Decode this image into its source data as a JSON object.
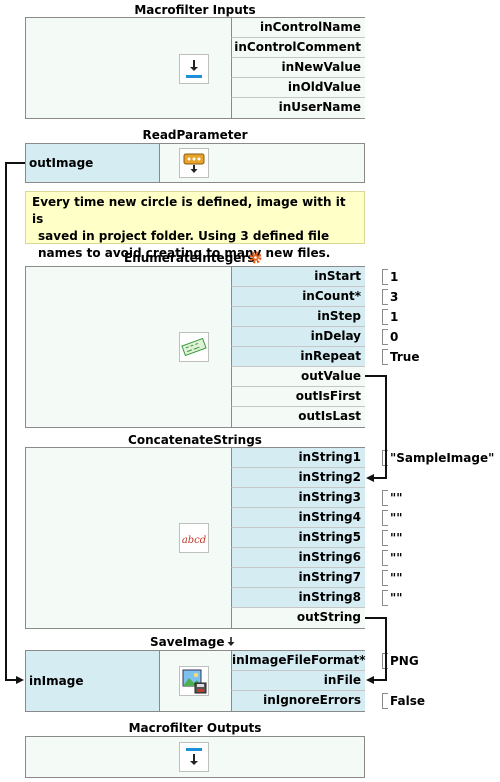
{
  "macrofilter_inputs": {
    "title": "Macrofilter Inputs",
    "ports": [
      "inControlName",
      "inControlComment",
      "inNewValue",
      "inOldValue",
      "inUserName"
    ]
  },
  "read_parameter": {
    "title": "ReadParameter",
    "output": "outImage"
  },
  "comment": {
    "line1": "Every time new circle is defined, image with it is",
    "line2": "saved in project folder. Using 3 defined file",
    "line3": "names to avoid creating to many new files."
  },
  "enumerate_integers": {
    "title": "EnumerateIntegers",
    "inputs": [
      {
        "name": "inStart",
        "value": "1"
      },
      {
        "name": "inCount*",
        "value": "3"
      },
      {
        "name": "inStep",
        "value": "1"
      },
      {
        "name": "inDelay",
        "value": "0"
      },
      {
        "name": "inRepeat",
        "value": "True"
      }
    ],
    "outputs": [
      "outValue",
      "outIsFirst",
      "outIsLast"
    ]
  },
  "concatenate_strings": {
    "title": "ConcatenateStrings",
    "inputs": [
      {
        "name": "inString1",
        "value": "\"SampleImage\""
      },
      {
        "name": "inString2",
        "value": ""
      },
      {
        "name": "inString3",
        "value": "\"\""
      },
      {
        "name": "inString4",
        "value": "\"\""
      },
      {
        "name": "inString5",
        "value": "\"\""
      },
      {
        "name": "inString6",
        "value": "\"\""
      },
      {
        "name": "inString7",
        "value": "\"\""
      },
      {
        "name": "inString8",
        "value": "\"\""
      }
    ],
    "outputs": [
      "outString"
    ],
    "icon_text": "abcd"
  },
  "save_image": {
    "title": "SaveImage",
    "left_input": "inImage",
    "inputs": [
      {
        "name": "inImageFileFormat*",
        "value": "PNG"
      },
      {
        "name": "inFile",
        "value": ""
      },
      {
        "name": "inIgnoreErrors",
        "value": "False"
      }
    ]
  },
  "macrofilter_outputs": {
    "title": "Macrofilter Outputs"
  },
  "colors": {
    "input_port": "#d4ecf2",
    "block_bg": "#f4fbf6",
    "note_bg": "#ffffc8",
    "accent_blue": "#1e8fd8",
    "gear": "#e8621a"
  }
}
